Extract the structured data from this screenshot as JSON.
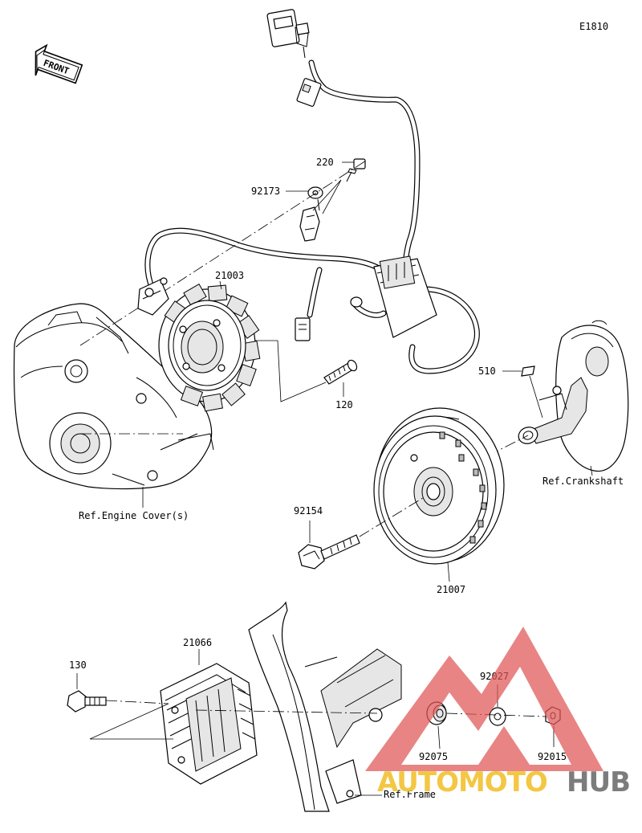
{
  "diagram": {
    "code": "E1810",
    "front_label": "FRONT",
    "callouts": {
      "p220": "220",
      "p92173": "92173",
      "p21003": "21003",
      "p510": "510",
      "p120": "120",
      "p92154": "92154",
      "p21007": "21007",
      "p21066": "21066",
      "p130": "130",
      "p92027": "92027",
      "p92075": "92075",
      "p92015": "92015"
    },
    "references": {
      "crankshaft": "Ref.Crankshaft",
      "engine_cover": "Ref.Engine Cover(s)",
      "frame": "Ref.Frame"
    }
  },
  "watermark": {
    "brand_part1": "AUTOMOTO",
    "brand_part2": "HUB",
    "colors": {
      "red": "#e05555",
      "yellow": "#f2c230",
      "gray": "#6e6e6e"
    }
  }
}
